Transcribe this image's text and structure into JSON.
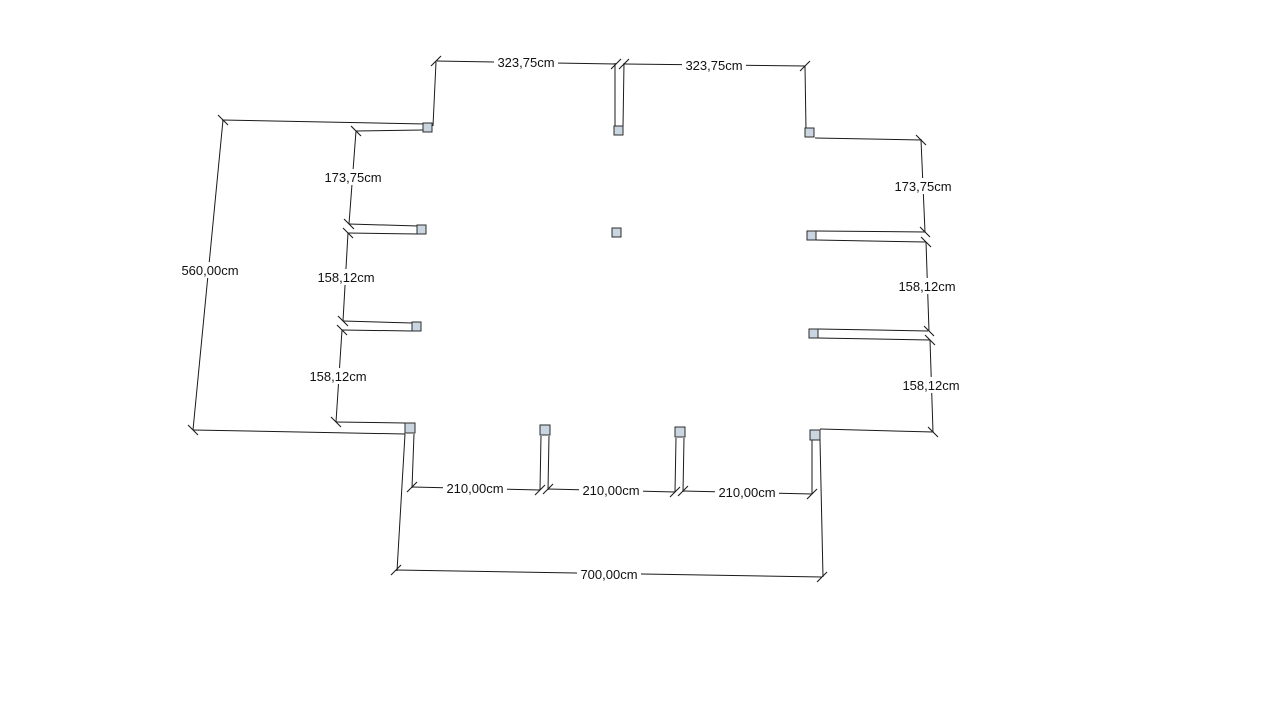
{
  "colors": {
    "background": "#ffffff",
    "line": "#1a1a1a",
    "column_fill": "#c9d6e2"
  },
  "dimensions": {
    "top_left": "323,75cm",
    "top_right": "323,75cm",
    "left_overall": "560,00cm",
    "left_upper": "173,75cm",
    "left_middle": "158,12cm",
    "left_lower": "158,12cm",
    "right_upper": "173,75cm",
    "right_middle": "158,12cm",
    "right_lower": "158,12cm",
    "bottom_left": "210,00cm",
    "bottom_middle": "210,00cm",
    "bottom_right": "210,00cm",
    "bottom_overall": "700,00cm"
  }
}
